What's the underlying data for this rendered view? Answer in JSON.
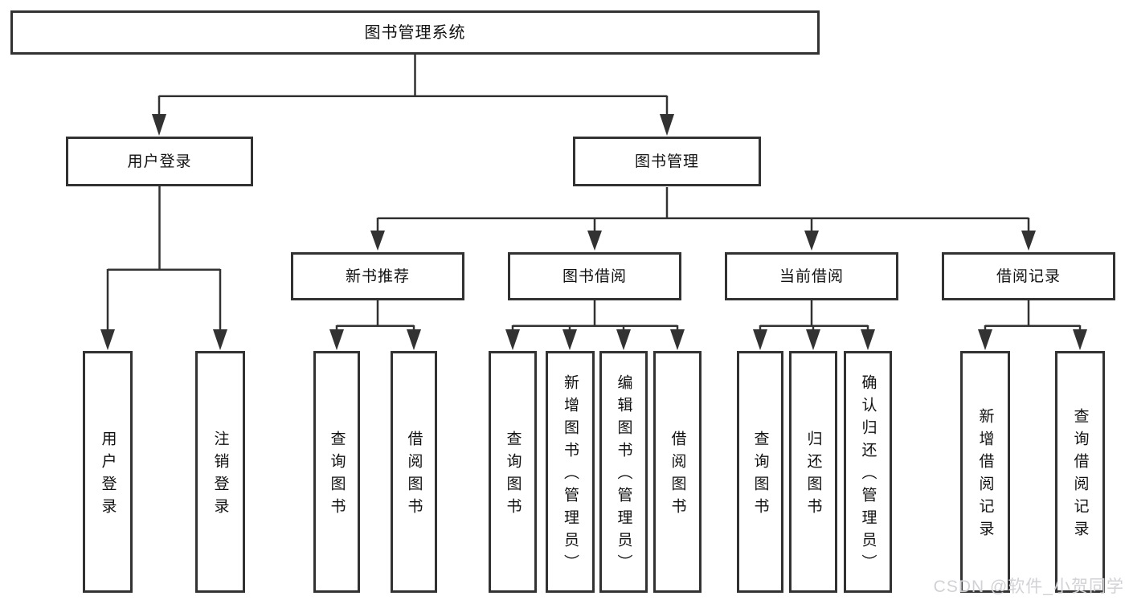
{
  "tree": {
    "root": {
      "label": "图书管理系统"
    },
    "branches": [
      {
        "label": "用户登录",
        "children": [
          {
            "label": "用户登录"
          },
          {
            "label": "注销登录"
          }
        ]
      },
      {
        "label": "图书管理",
        "sections": [
          {
            "label": "新书推荐",
            "children": [
              {
                "label": "查询图书"
              },
              {
                "label": "借阅图书"
              }
            ]
          },
          {
            "label": "图书借阅",
            "children": [
              {
                "label": "查询图书"
              },
              {
                "label": "新增图书（管理员）"
              },
              {
                "label": "编辑图书（管理员）"
              },
              {
                "label": "借阅图书"
              }
            ]
          },
          {
            "label": "当前借阅",
            "children": [
              {
                "label": "查询图书"
              },
              {
                "label": "归还图书"
              },
              {
                "label": "确认归还（管理员）"
              }
            ]
          },
          {
            "label": "借阅记录",
            "children": [
              {
                "label": "新增借阅记录"
              },
              {
                "label": "查询借阅记录"
              }
            ]
          }
        ]
      }
    ]
  },
  "colors": {
    "line": "#323232",
    "text": "#111111",
    "watermark": "#cfcfd4"
  },
  "watermark": {
    "text": "CSDN @软件_小贺同学"
  }
}
